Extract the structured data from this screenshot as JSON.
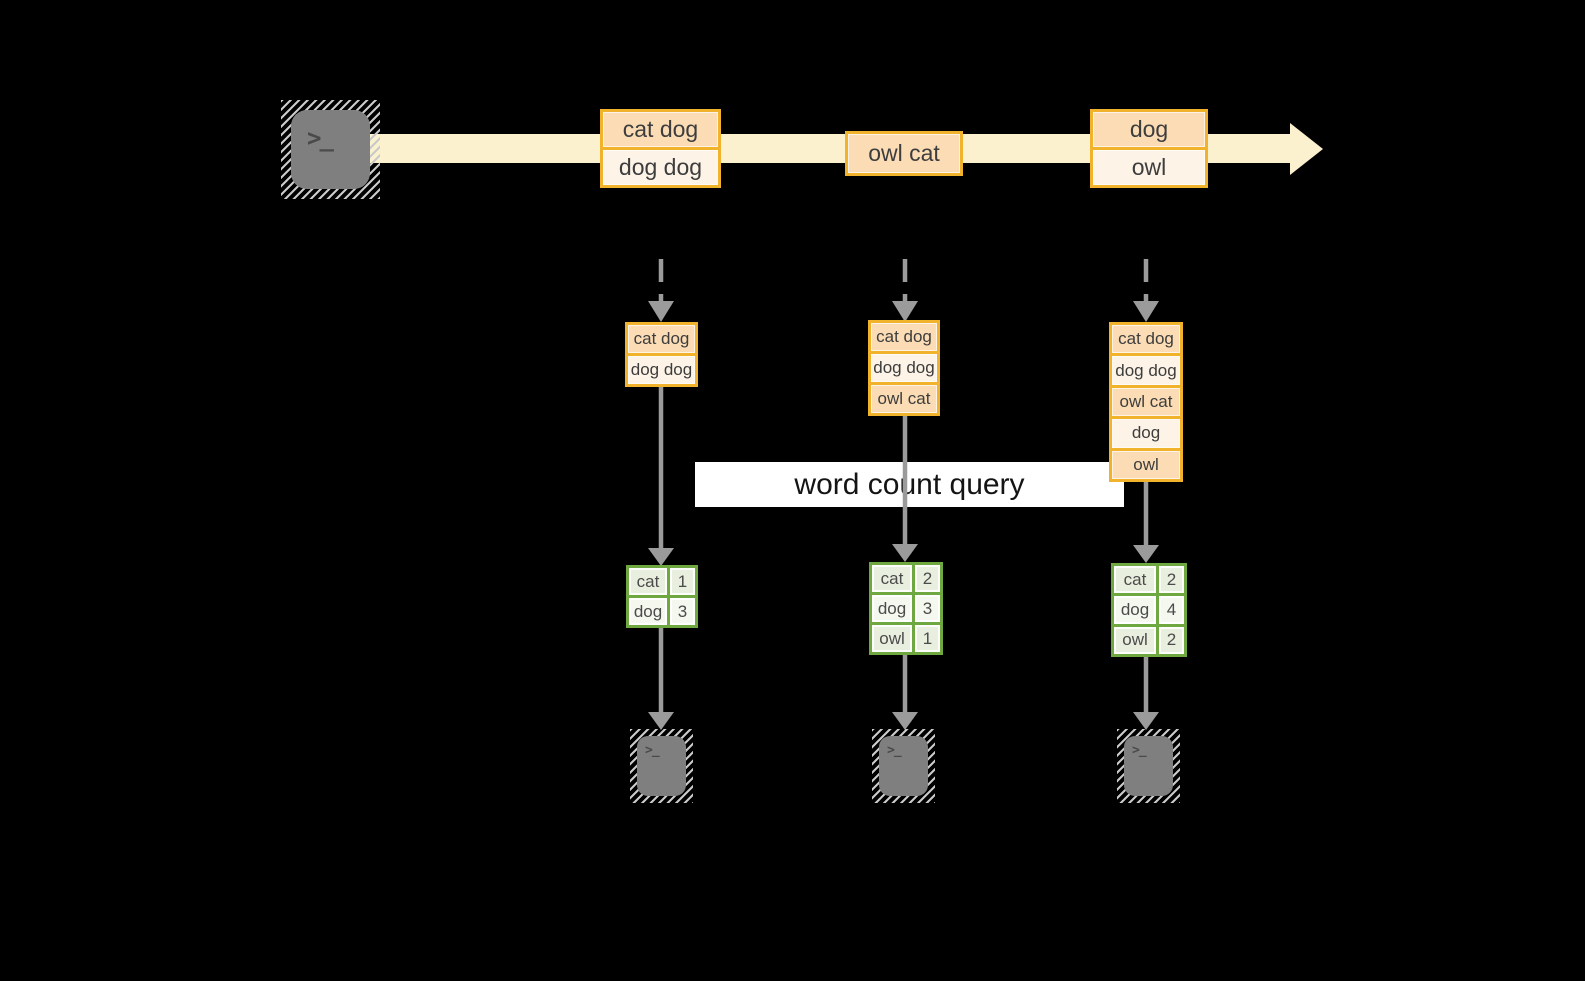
{
  "query_label": "word count query",
  "terminal_glyph": ">_",
  "colors": {
    "background": "#000000",
    "stream_band": "#fbf1cf",
    "record_border": "#f1b32b",
    "record_fill_dark": "#fbdcb5",
    "record_fill_light": "#fdf3e7",
    "result_border": "#6fa840",
    "result_fill_dark": "#e9efdf",
    "result_fill_light": "#f4f8ef",
    "arrow_gray": "#9b9b9b",
    "terminal_fill": "#7f7f7f",
    "label_bg": "#ffffff",
    "label_text": "#141414"
  },
  "stream": {
    "records": [
      {
        "cells": [
          "cat dog",
          "dog dog"
        ]
      },
      {
        "cells": [
          "owl cat"
        ]
      },
      {
        "cells": [
          "dog",
          "owl"
        ]
      }
    ]
  },
  "columns": [
    {
      "snapshot": [
        "cat dog",
        "dog dog"
      ],
      "result": [
        [
          "cat",
          "1"
        ],
        [
          "dog",
          "3"
        ]
      ]
    },
    {
      "snapshot": [
        "cat dog",
        "dog dog",
        "owl cat"
      ],
      "result": [
        [
          "cat",
          "2"
        ],
        [
          "dog",
          "3"
        ],
        [
          "owl",
          "1"
        ]
      ]
    },
    {
      "snapshot": [
        "cat dog",
        "dog dog",
        "owl cat",
        "dog",
        "owl"
      ],
      "result": [
        [
          "cat",
          "2"
        ],
        [
          "dog",
          "4"
        ],
        [
          "owl",
          "2"
        ]
      ]
    }
  ]
}
